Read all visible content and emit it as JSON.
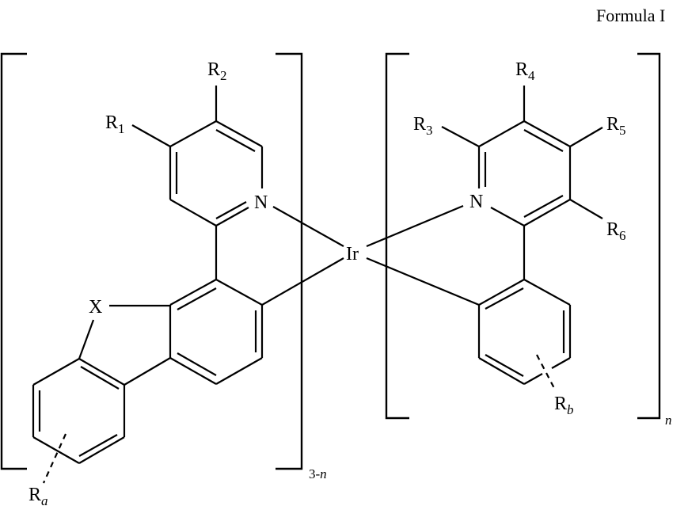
{
  "title": "Formula I",
  "metal": "Ir",
  "left_ligand": {
    "substituents": {
      "R1": {
        "letter": "R",
        "sub": "1"
      },
      "R2": {
        "letter": "R",
        "sub": "2"
      },
      "Ra": {
        "letter": "R",
        "sub": "a"
      }
    },
    "nitrogen": "N",
    "bridge_atom": "X",
    "multiplier": "3-n",
    "multiplier_parts": {
      "num": "3-",
      "var": "n"
    }
  },
  "right_ligand": {
    "substituents": {
      "R3": {
        "letter": "R",
        "sub": "3"
      },
      "R4": {
        "letter": "R",
        "sub": "4"
      },
      "R5": {
        "letter": "R",
        "sub": "5"
      },
      "R6": {
        "letter": "R",
        "sub": "6"
      },
      "Rb": {
        "letter": "R",
        "sub": "b"
      }
    },
    "nitrogen": "N",
    "multiplier": "n"
  },
  "colors": {
    "line": "#000000",
    "background": "#ffffff"
  }
}
